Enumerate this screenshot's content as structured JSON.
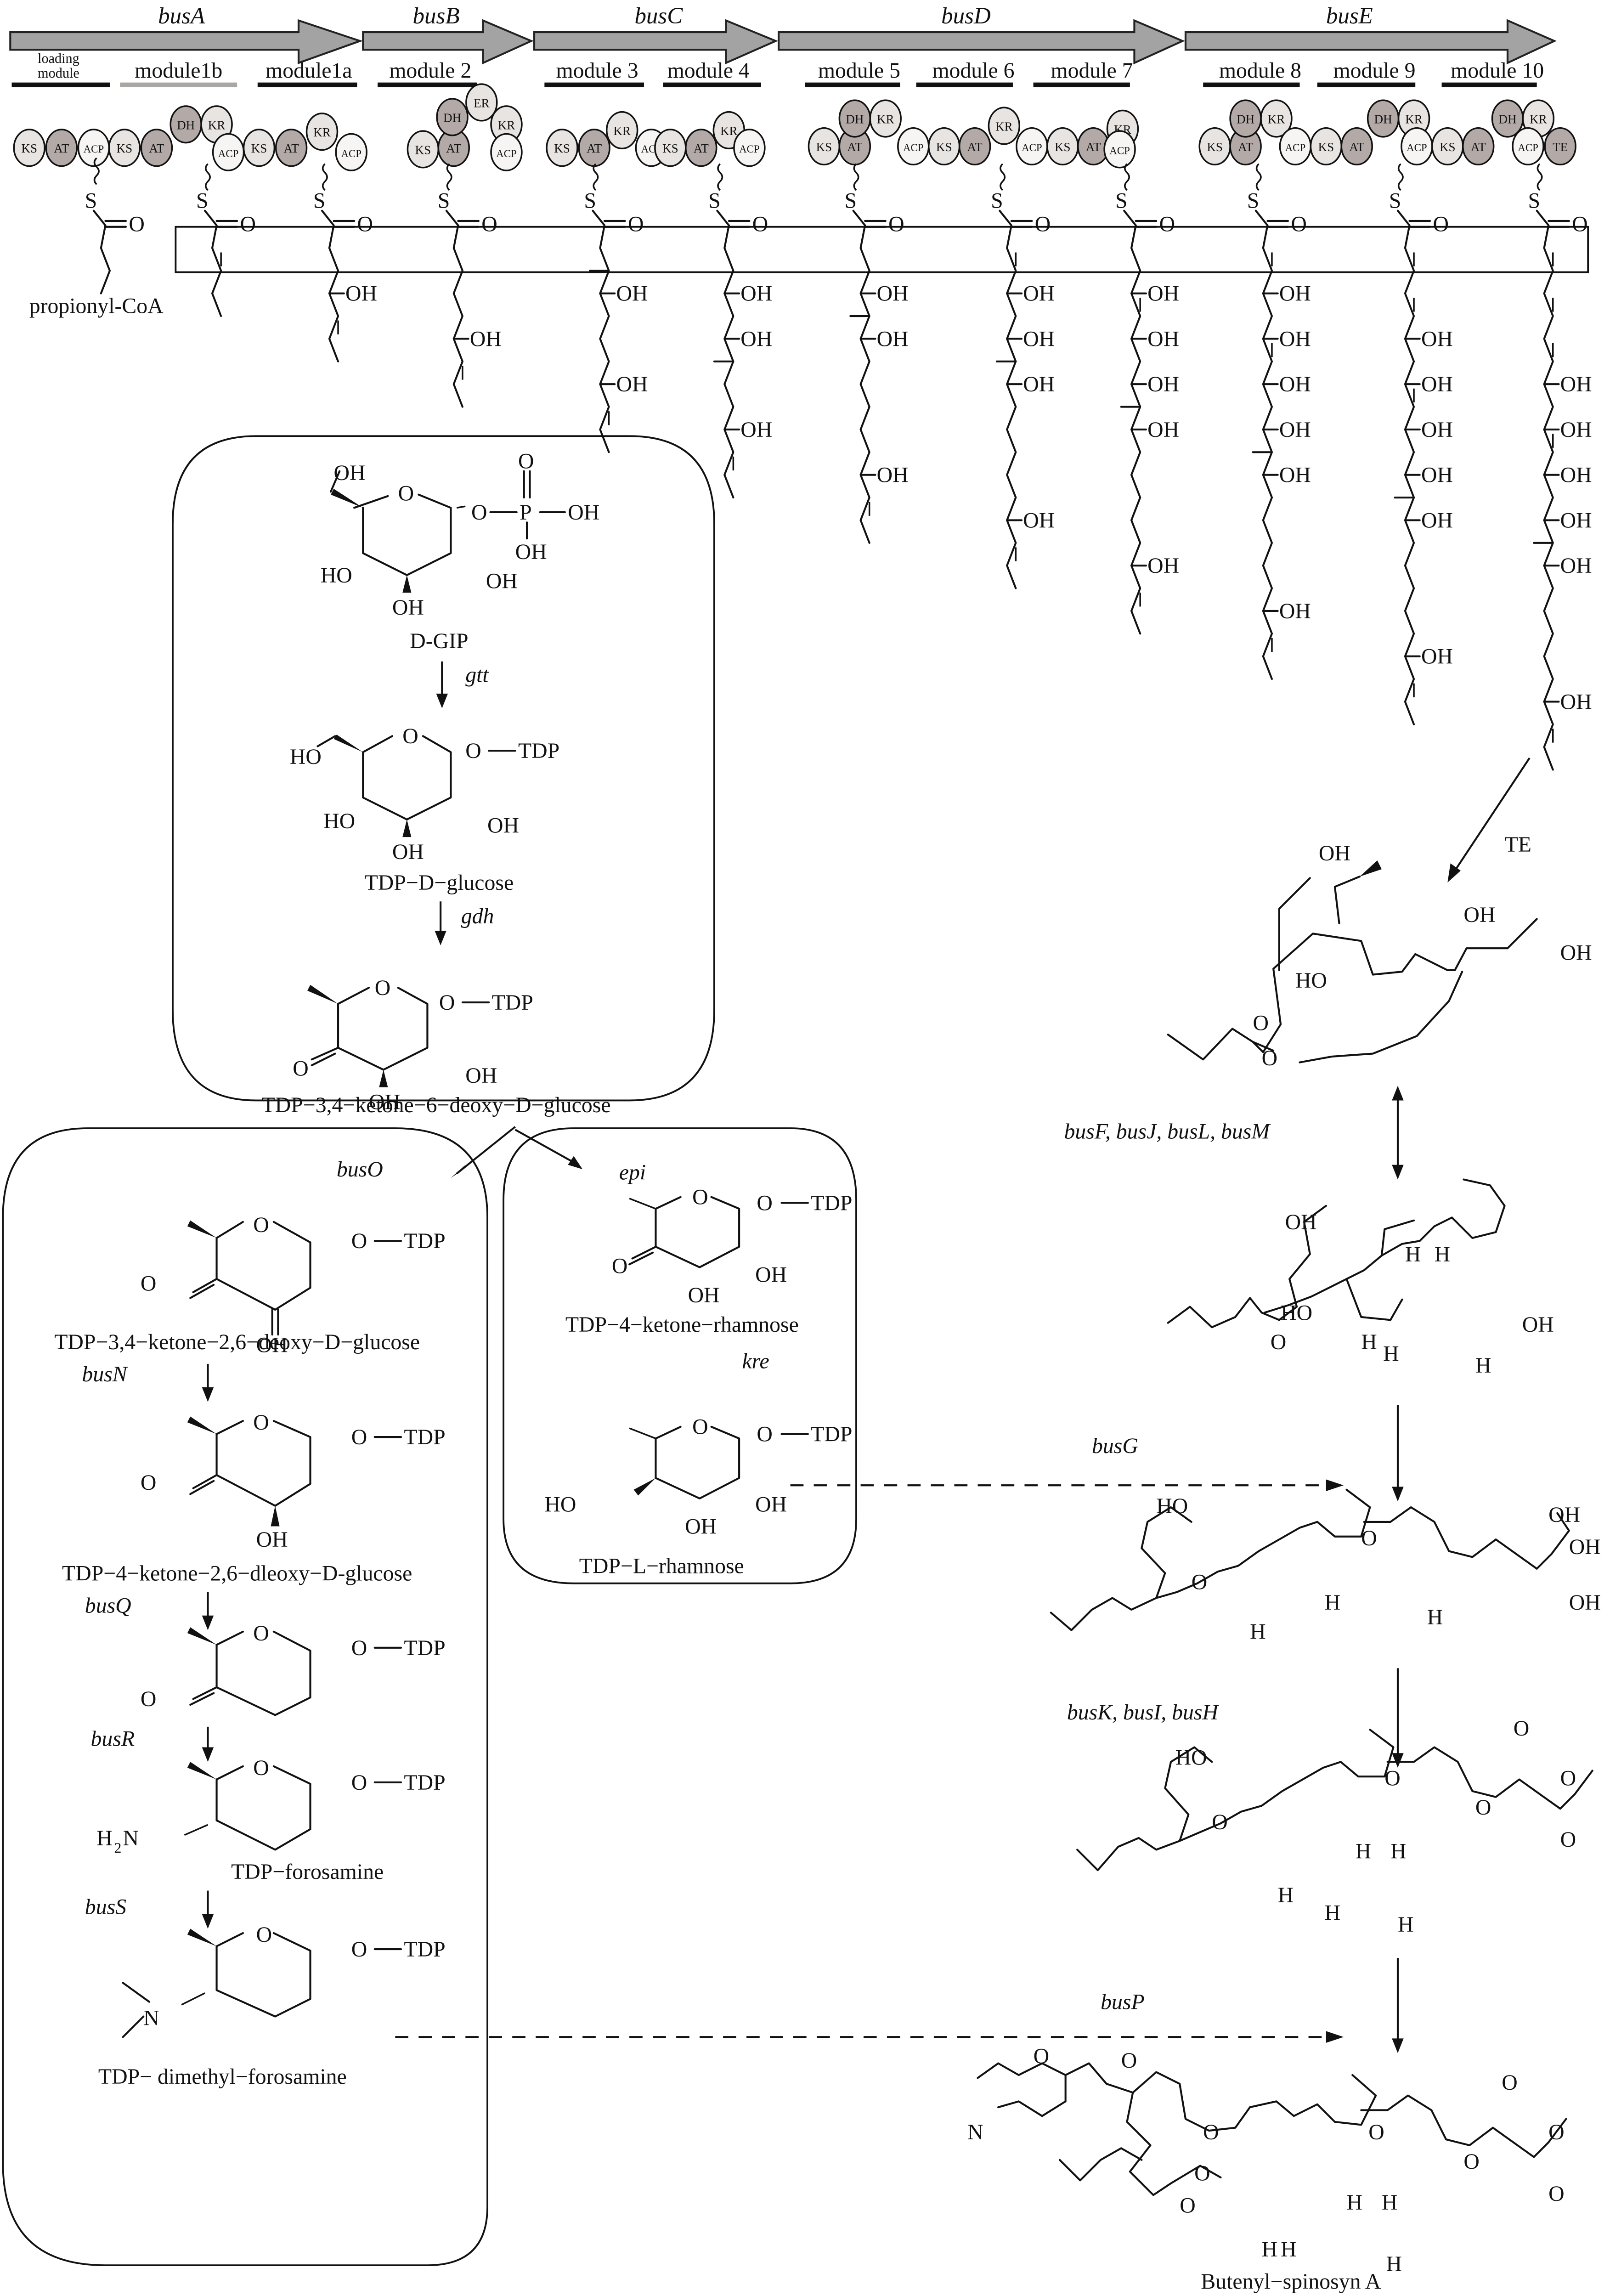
{
  "genes": [
    {
      "name": "busA"
    },
    {
      "name": "busB"
    },
    {
      "name": "busC"
    },
    {
      "name": "busD"
    },
    {
      "name": "busE"
    }
  ],
  "modules": [
    {
      "label": "loading module",
      "line1": "loading",
      "line2": "module",
      "bar": "black"
    },
    {
      "label": "module1b",
      "bar": "grey"
    },
    {
      "label": "module1a",
      "bar": "black"
    },
    {
      "label": "module 2",
      "bar": "black"
    },
    {
      "label": "module 3",
      "bar": "black"
    },
    {
      "label": "module 4",
      "bar": "black"
    },
    {
      "label": "module 5",
      "bar": "black"
    },
    {
      "label": "module 6",
      "bar": "black"
    },
    {
      "label": "module 7",
      "bar": "black"
    },
    {
      "label": "module 8",
      "bar": "black"
    },
    {
      "label": "module 9",
      "bar": "black"
    },
    {
      "label": "module 10",
      "bar": "black"
    }
  ],
  "domains": {
    "KS": "KS",
    "AT": "AT",
    "ACP": "ACP",
    "DH": "DH",
    "KR": "KR",
    "ER": "ER",
    "TE": "TE"
  },
  "colors": {
    "gene_arrow": "#a3a3a3",
    "domain_light": "#e8e4e2",
    "domain_dark": "#b3aaa8",
    "domain_white": "#f7f5f4",
    "module_bar_grey": "#aaa6a3"
  },
  "chain": {
    "starter_label": "propionyl-CoA",
    "thioester_atom": "S",
    "carbonyl_atom": "O",
    "hydroxyl": "OH"
  },
  "sugar_box_1": {
    "compounds": [
      {
        "name": "D-GIP",
        "atoms": {
          "oh_top": "OH",
          "o_ring": "O",
          "o_link": "O",
          "p": "P",
          "p_o": "O",
          "p_oh_right": "OH",
          "p_oh_down": "OH",
          "ho_left": "HO",
          "oh_right": "OH",
          "oh_bottom": "OH"
        }
      },
      {
        "name": "TDP−D−glucose",
        "atoms": {
          "ho_ch2": "HO",
          "o_ring": "O",
          "o_link": "O",
          "tdp": "TDP",
          "ho_left": "HO",
          "oh_right": "OH",
          "oh_bottom": "OH"
        }
      },
      {
        "name": "TDP−3,4−ketone−6−deoxy−D−glucose",
        "atoms": {
          "o_ring": "O",
          "o_link": "O",
          "tdp": "TDP",
          "o_keto": "O",
          "oh_right": "OH",
          "oh_bottom": "OH"
        }
      }
    ],
    "enzymes": [
      "gtt",
      "gdh"
    ]
  },
  "forosamine_box": {
    "compounds": [
      {
        "name": "TDP−3,4−ketone−2,6−deoxy−D−glucose",
        "atoms": {
          "o_ring": "O",
          "o_link": "O",
          "tdp": "TDP",
          "o_keto": "O",
          "oh": "OH"
        }
      },
      {
        "name": "TDP−4−ketone−2,6−dleoxy−D-glucose",
        "atoms": {
          "o_ring": "O",
          "o_link": "O",
          "tdp": "TDP",
          "o_keto": "O",
          "oh": "OH"
        }
      },
      {
        "name": "",
        "atoms": {
          "o_ring": "O",
          "o_link": "O",
          "tdp": "TDP",
          "o_keto": "O"
        }
      },
      {
        "name": "TDP−forosamine",
        "atoms": {
          "o_ring": "O",
          "o_link": "O",
          "tdp": "TDP",
          "amine": "H",
          "amine_sub": "2",
          "amine_n": "N"
        }
      },
      {
        "name": "TDP−  dimethyl−forosamine",
        "atoms": {
          "o_ring": "O",
          "o_link": "O",
          "tdp": "TDP",
          "n": "N"
        }
      }
    ],
    "enzymes": [
      "busO",
      "busN",
      "busQ",
      "busR",
      "busS"
    ]
  },
  "rhamnose_box": {
    "compounds": [
      {
        "name": "TDP−4−ketone−rhamnose",
        "atoms": {
          "o_ring": "O",
          "o_link": "O",
          "tdp": "TDP",
          "o_keto": "O",
          "oh_right": "OH",
          "oh_bottom": "OH"
        }
      },
      {
        "name": "TDP−L−rhamnose",
        "atoms": {
          "o_ring": "O",
          "o_link": "O",
          "tdp": "TDP",
          "ho_left": "HO",
          "oh_right": "OH",
          "oh_bottom": "OH"
        }
      }
    ],
    "enzymes": [
      "epi",
      "kre"
    ]
  },
  "aglycone_path": {
    "steps": [
      {
        "enzyme": "TE",
        "italic": false
      },
      {
        "enzyme": "busF, busJ, busL, busM",
        "italic": true
      },
      {
        "enzyme": "busG",
        "italic": true
      },
      {
        "enzyme": "busK, busI, busH",
        "italic": true
      },
      {
        "enzyme": "busP",
        "italic": true
      }
    ],
    "final_product": "Butenyl−spinosyn A",
    "atoms": {
      "OH": "OH",
      "HO": "HO",
      "O": "O",
      "H": "H",
      "N": "N"
    }
  }
}
